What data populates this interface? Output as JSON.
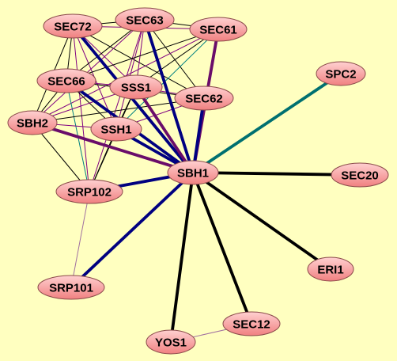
{
  "colors": {
    "background": "#ffffc0",
    "node_fill_light": "#ffd0d0",
    "node_fill_dark": "#f08080",
    "node_stroke": "#8a4a4a",
    "edge_black": "#000000",
    "edge_navy": "#000080",
    "edge_purple": "#6a0d6a",
    "edge_teal": "#007070",
    "edge_thin_purple": "#800080",
    "edge_thin_teal": "#008080",
    "edge_thin_black": "#000000",
    "edge_light_purple": "#a070a0"
  },
  "nodes": [
    {
      "id": "SEC72",
      "label": "SEC72"
    },
    {
      "id": "SEC63",
      "label": "SEC63"
    },
    {
      "id": "SEC61",
      "label": "SEC61"
    },
    {
      "id": "SEC66",
      "label": "SEC66"
    },
    {
      "id": "SSS1",
      "label": "SSS1"
    },
    {
      "id": "SEC62",
      "label": "SEC62"
    },
    {
      "id": "SBH2",
      "label": "SBH2"
    },
    {
      "id": "SSH1",
      "label": "SSH1"
    },
    {
      "id": "SBH1",
      "label": "SBH1"
    },
    {
      "id": "SPC2",
      "label": "SPC2"
    },
    {
      "id": "SEC20",
      "label": "SEC20"
    },
    {
      "id": "SRP102",
      "label": "SRP102"
    },
    {
      "id": "ERI1",
      "label": "ERI1"
    },
    {
      "id": "SRP101",
      "label": "SRP101"
    },
    {
      "id": "YOS1",
      "label": "YOS1"
    },
    {
      "id": "SEC12",
      "label": "SEC12"
    }
  ],
  "edges": [
    {
      "from": "SEC72",
      "to": "SEC63",
      "color": "edge_thin_black",
      "weight": "thin"
    },
    {
      "from": "SEC72",
      "to": "SEC61",
      "color": "edge_thin_purple",
      "weight": "thin"
    },
    {
      "from": "SEC63",
      "to": "SEC61",
      "color": "edge_thin_black",
      "weight": "thin"
    },
    {
      "from": "SEC72",
      "to": "SEC66",
      "color": "edge_thin_black",
      "weight": "thin"
    },
    {
      "from": "SEC72",
      "to": "SSS1",
      "color": "edge_thin_purple",
      "weight": "thin"
    },
    {
      "from": "SEC72",
      "to": "SEC62",
      "color": "edge_thin_black",
      "weight": "thin"
    },
    {
      "from": "SEC72",
      "to": "SBH2",
      "color": "edge_thin_black",
      "weight": "thin"
    },
    {
      "from": "SEC72",
      "to": "SSH1",
      "color": "edge_thin_purple",
      "weight": "thin"
    },
    {
      "from": "SEC72",
      "to": "SRP102",
      "color": "edge_thin_purple",
      "weight": "thin"
    },
    {
      "from": "SEC63",
      "to": "SEC66",
      "color": "edge_thin_black",
      "weight": "thin"
    },
    {
      "from": "SEC63",
      "to": "SSS1",
      "color": "edge_thin_purple",
      "weight": "thin"
    },
    {
      "from": "SEC63",
      "to": "SEC62",
      "color": "edge_thin_black",
      "weight": "thin"
    },
    {
      "from": "SEC63",
      "to": "SBH2",
      "color": "edge_thin_purple",
      "weight": "thin"
    },
    {
      "from": "SEC63",
      "to": "SSH1",
      "color": "edge_thin_purple",
      "weight": "thin"
    },
    {
      "from": "SEC63",
      "to": "SRP102",
      "color": "edge_thin_purple",
      "weight": "thin"
    },
    {
      "from": "SEC61",
      "to": "SEC66",
      "color": "edge_thin_black",
      "weight": "thin"
    },
    {
      "from": "SEC61",
      "to": "SSS1",
      "color": "edge_thin_black",
      "weight": "thin"
    },
    {
      "from": "SEC61",
      "to": "SSH1",
      "color": "edge_thin_teal",
      "weight": "thin"
    },
    {
      "from": "SEC61",
      "to": "SBH2",
      "color": "edge_thin_purple",
      "weight": "thin"
    },
    {
      "from": "SEC66",
      "to": "SSS1",
      "color": "edge_thin_purple",
      "weight": "thin"
    },
    {
      "from": "SEC66",
      "to": "SEC62",
      "color": "edge_thin_black",
      "weight": "thin"
    },
    {
      "from": "SEC66",
      "to": "SBH2",
      "color": "edge_thin_black",
      "weight": "thin"
    },
    {
      "from": "SEC66",
      "to": "SSH1",
      "color": "edge_thin_black",
      "weight": "thin"
    },
    {
      "from": "SEC66",
      "to": "SRP102",
      "color": "edge_thin_teal",
      "weight": "thin"
    },
    {
      "from": "SSS1",
      "to": "SEC62",
      "color": "edge_thin_purple",
      "weight": "thin"
    },
    {
      "from": "SSS1",
      "to": "SBH2",
      "color": "edge_thin_purple",
      "weight": "thin"
    },
    {
      "from": "SSS1",
      "to": "SSH1",
      "color": "edge_thin_black",
      "weight": "thin"
    },
    {
      "from": "SSS1",
      "to": "SRP102",
      "color": "edge_thin_black",
      "weight": "thin"
    },
    {
      "from": "SEC62",
      "to": "SSH1",
      "color": "edge_thin_purple",
      "weight": "thin"
    },
    {
      "from": "SEC62",
      "to": "SBH2",
      "color": "edge_thin_black",
      "weight": "thin"
    },
    {
      "from": "SBH2",
      "to": "SSH1",
      "color": "edge_thin_purple",
      "weight": "thin"
    },
    {
      "from": "SBH2",
      "to": "SRP102",
      "color": "edge_thin_black",
      "weight": "thin"
    },
    {
      "from": "SSH1",
      "to": "SRP102",
      "color": "edge_thin_black",
      "weight": "thin"
    },
    {
      "from": "SRP102",
      "to": "SRP101",
      "color": "edge_light_purple",
      "weight": "thin"
    },
    {
      "from": "YOS1",
      "to": "SEC12",
      "color": "edge_light_purple",
      "weight": "thin"
    },
    {
      "from": "SEC72",
      "to": "SBH1",
      "color": "edge_navy",
      "weight": "thick"
    },
    {
      "from": "SEC63",
      "to": "SBH1",
      "color": "edge_navy",
      "weight": "thick"
    },
    {
      "from": "SEC61",
      "to": "SBH1",
      "color": "edge_purple",
      "weight": "thick"
    },
    {
      "from": "SEC66",
      "to": "SBH1",
      "color": "edge_navy",
      "weight": "thick"
    },
    {
      "from": "SSS1",
      "to": "SBH1",
      "color": "edge_purple",
      "weight": "thick"
    },
    {
      "from": "SEC62",
      "to": "SBH1",
      "color": "edge_navy",
      "weight": "thick"
    },
    {
      "from": "SBH2",
      "to": "SBH1",
      "color": "edge_purple",
      "weight": "thick"
    },
    {
      "from": "SSH1",
      "to": "SBH1",
      "color": "edge_navy",
      "weight": "thick"
    },
    {
      "from": "SRP102",
      "to": "SBH1",
      "color": "edge_navy",
      "weight": "thick"
    },
    {
      "from": "SRP101",
      "to": "SBH1",
      "color": "edge_navy",
      "weight": "thick"
    },
    {
      "from": "SPC2",
      "to": "SBH1",
      "color": "edge_teal",
      "weight": "thick"
    },
    {
      "from": "SEC20",
      "to": "SBH1",
      "color": "edge_black",
      "weight": "thick"
    },
    {
      "from": "ERI1",
      "to": "SBH1",
      "color": "edge_black",
      "weight": "thick"
    },
    {
      "from": "SEC12",
      "to": "SBH1",
      "color": "edge_black",
      "weight": "thick"
    },
    {
      "from": "YOS1",
      "to": "SBH1",
      "color": "edge_black",
      "weight": "thick"
    }
  ]
}
